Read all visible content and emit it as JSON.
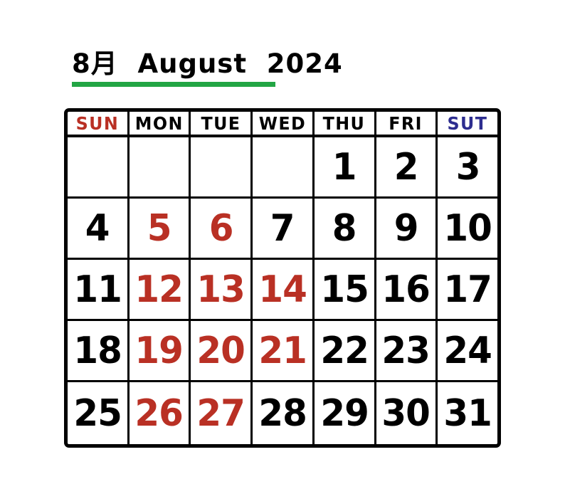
{
  "title": {
    "text": "8月  August  2024",
    "month_jp": "8月",
    "month_en": "August",
    "year": "2024",
    "underline_color": "#22a544"
  },
  "colors": {
    "default": "#000000",
    "sunday": "#b93024",
    "saturday": "#2d2d8f",
    "highlight_red": "#b93024",
    "grid_line": "#000000",
    "background": "#ffffff"
  },
  "weekdays": [
    {
      "label": "SUN",
      "color_class": "sun"
    },
    {
      "label": "MON",
      "color_class": ""
    },
    {
      "label": "TUE",
      "color_class": ""
    },
    {
      "label": "WED",
      "color_class": ""
    },
    {
      "label": "THU",
      "color_class": ""
    },
    {
      "label": "FRI",
      "color_class": ""
    },
    {
      "label": "SUT",
      "color_class": "sat"
    }
  ],
  "weeks": [
    [
      {
        "day": "",
        "color": "none"
      },
      {
        "day": "",
        "color": "none"
      },
      {
        "day": "",
        "color": "none"
      },
      {
        "day": "",
        "color": "none"
      },
      {
        "day": "1",
        "color": "black"
      },
      {
        "day": "2",
        "color": "black"
      },
      {
        "day": "3",
        "color": "black"
      }
    ],
    [
      {
        "day": "4",
        "color": "black"
      },
      {
        "day": "5",
        "color": "red"
      },
      {
        "day": "6",
        "color": "red"
      },
      {
        "day": "7",
        "color": "black"
      },
      {
        "day": "8",
        "color": "black"
      },
      {
        "day": "9",
        "color": "black"
      },
      {
        "day": "10",
        "color": "black"
      }
    ],
    [
      {
        "day": "11",
        "color": "black"
      },
      {
        "day": "12",
        "color": "red"
      },
      {
        "day": "13",
        "color": "red"
      },
      {
        "day": "14",
        "color": "red"
      },
      {
        "day": "15",
        "color": "black"
      },
      {
        "day": "16",
        "color": "black"
      },
      {
        "day": "17",
        "color": "black"
      }
    ],
    [
      {
        "day": "18",
        "color": "black"
      },
      {
        "day": "19",
        "color": "red"
      },
      {
        "day": "20",
        "color": "red"
      },
      {
        "day": "21",
        "color": "red"
      },
      {
        "day": "22",
        "color": "black"
      },
      {
        "day": "23",
        "color": "black"
      },
      {
        "day": "24",
        "color": "black"
      }
    ],
    [
      {
        "day": "25",
        "color": "black"
      },
      {
        "day": "26",
        "color": "red"
      },
      {
        "day": "27",
        "color": "red"
      },
      {
        "day": "28",
        "color": "black"
      },
      {
        "day": "29",
        "color": "black"
      },
      {
        "day": "30",
        "color": "black"
      },
      {
        "day": "31",
        "color": "black"
      }
    ]
  ]
}
